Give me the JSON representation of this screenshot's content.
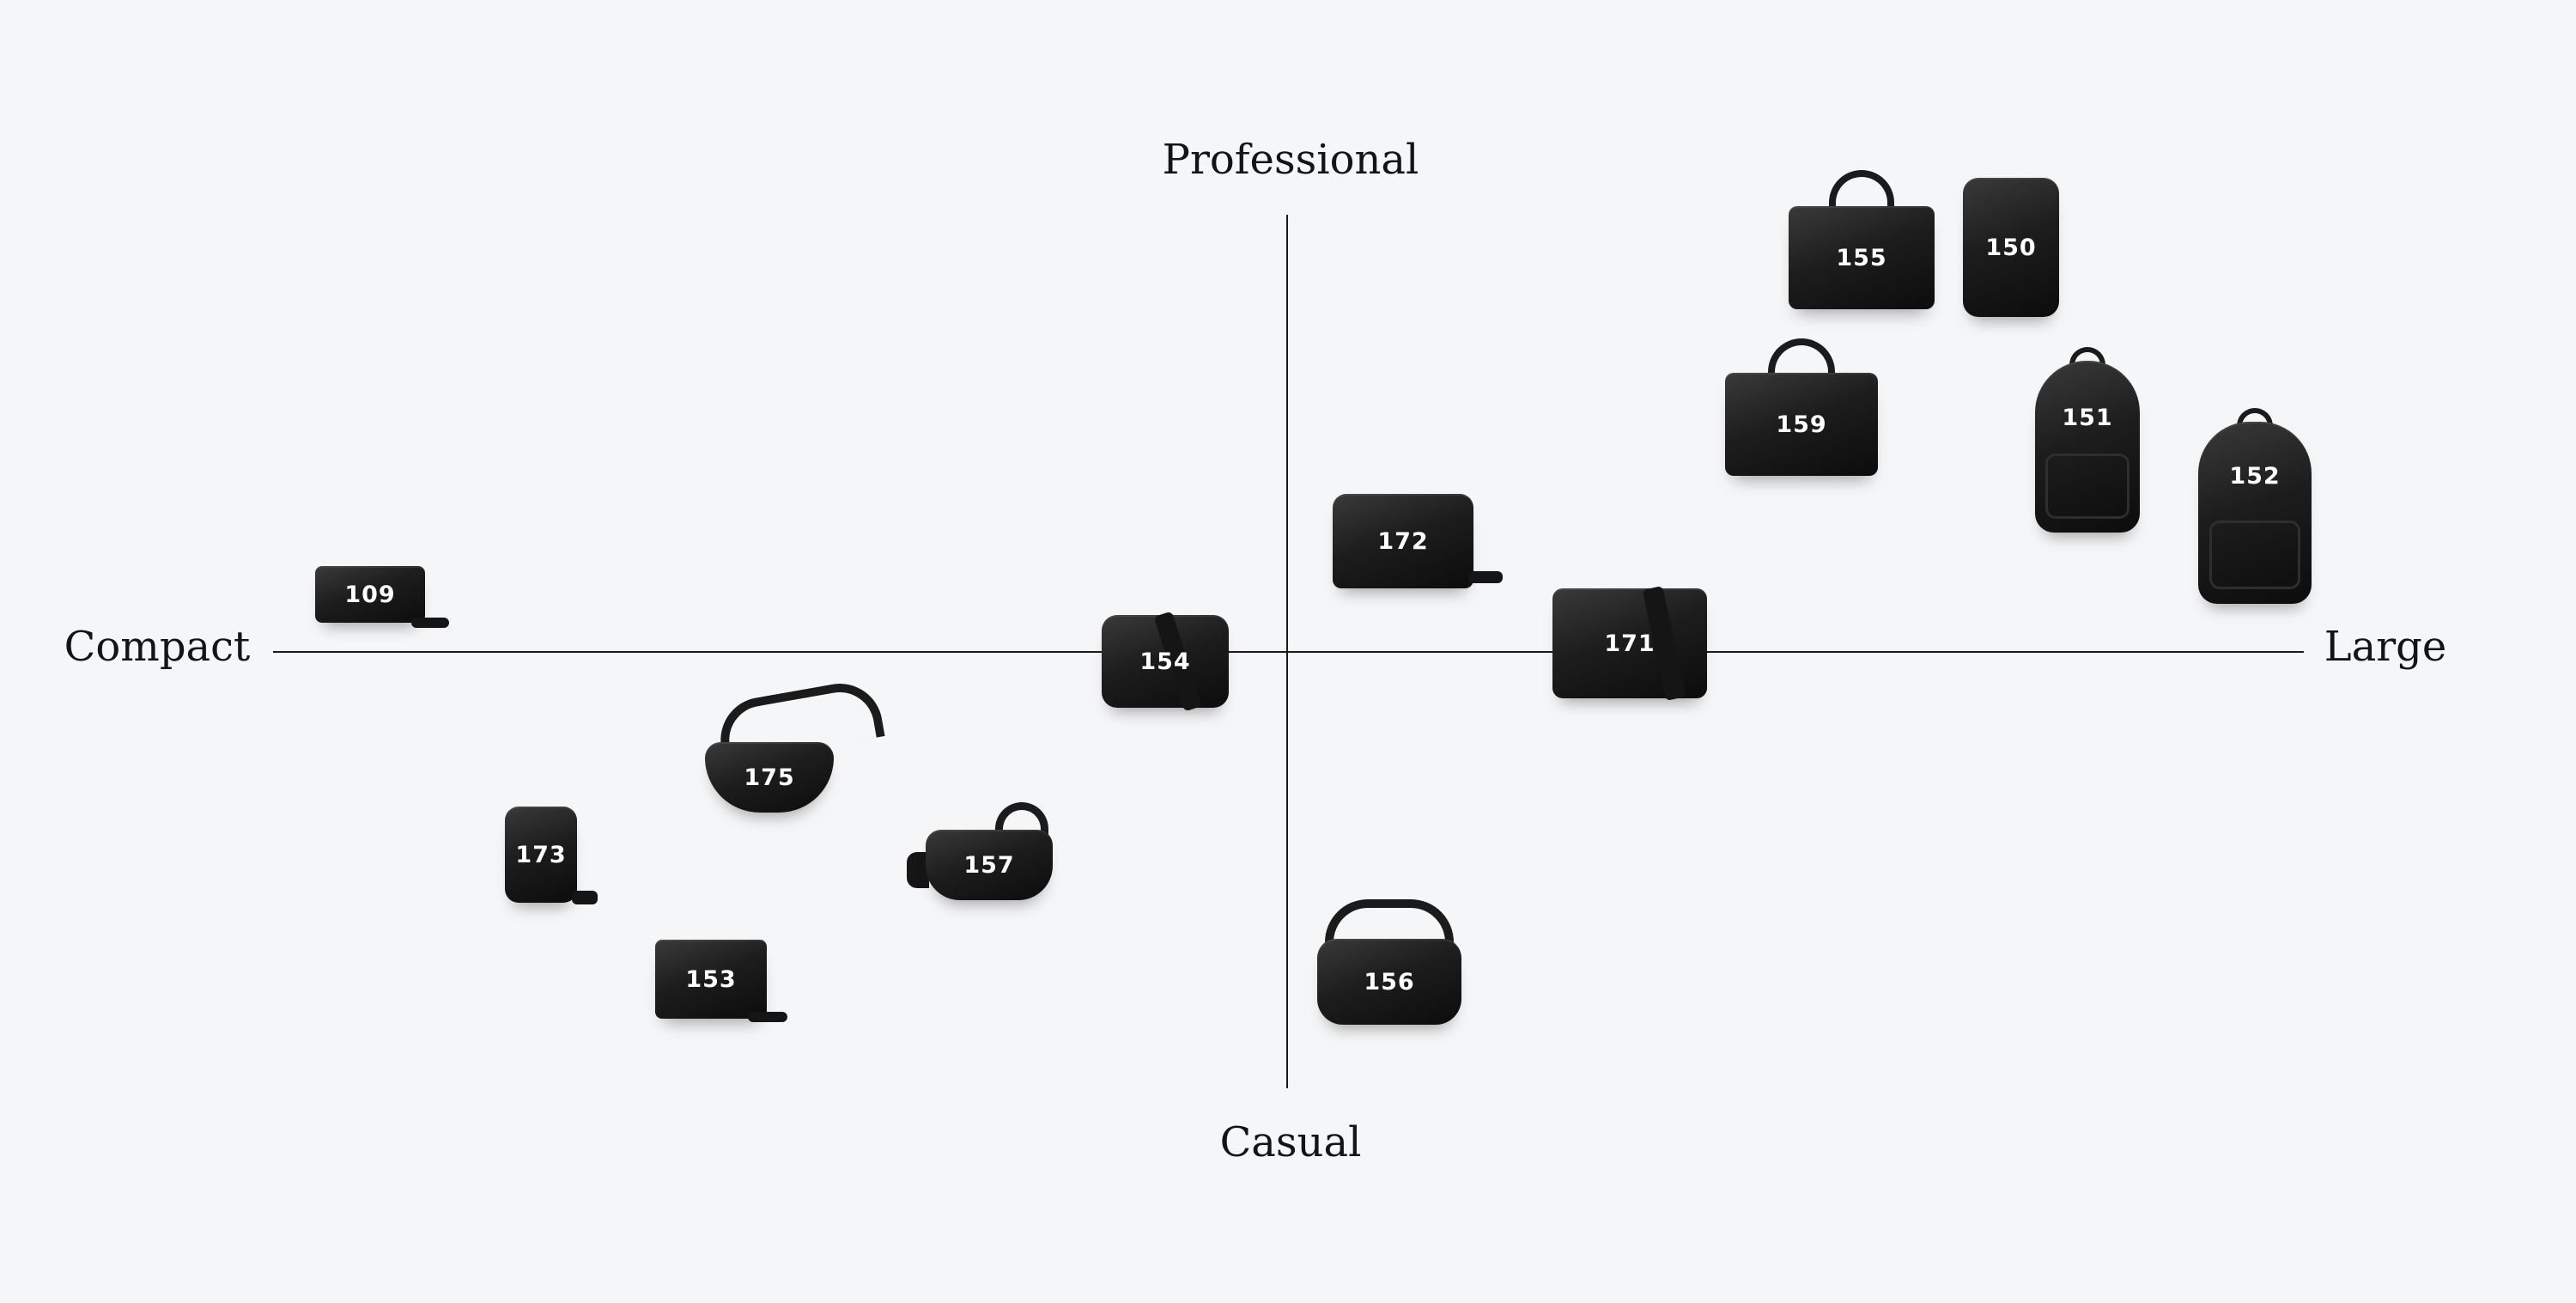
{
  "axes": {
    "top": "Professional",
    "bottom": "Casual",
    "left": "Compact",
    "right": "Large"
  },
  "items": [
    {
      "label": "155"
    },
    {
      "label": "150"
    },
    {
      "label": "159"
    },
    {
      "label": "151"
    },
    {
      "label": "152"
    },
    {
      "label": "172"
    },
    {
      "label": "109"
    },
    {
      "label": "154"
    },
    {
      "label": "171"
    },
    {
      "label": "175"
    },
    {
      "label": "173"
    },
    {
      "label": "157"
    },
    {
      "label": "156"
    },
    {
      "label": "153"
    }
  ]
}
